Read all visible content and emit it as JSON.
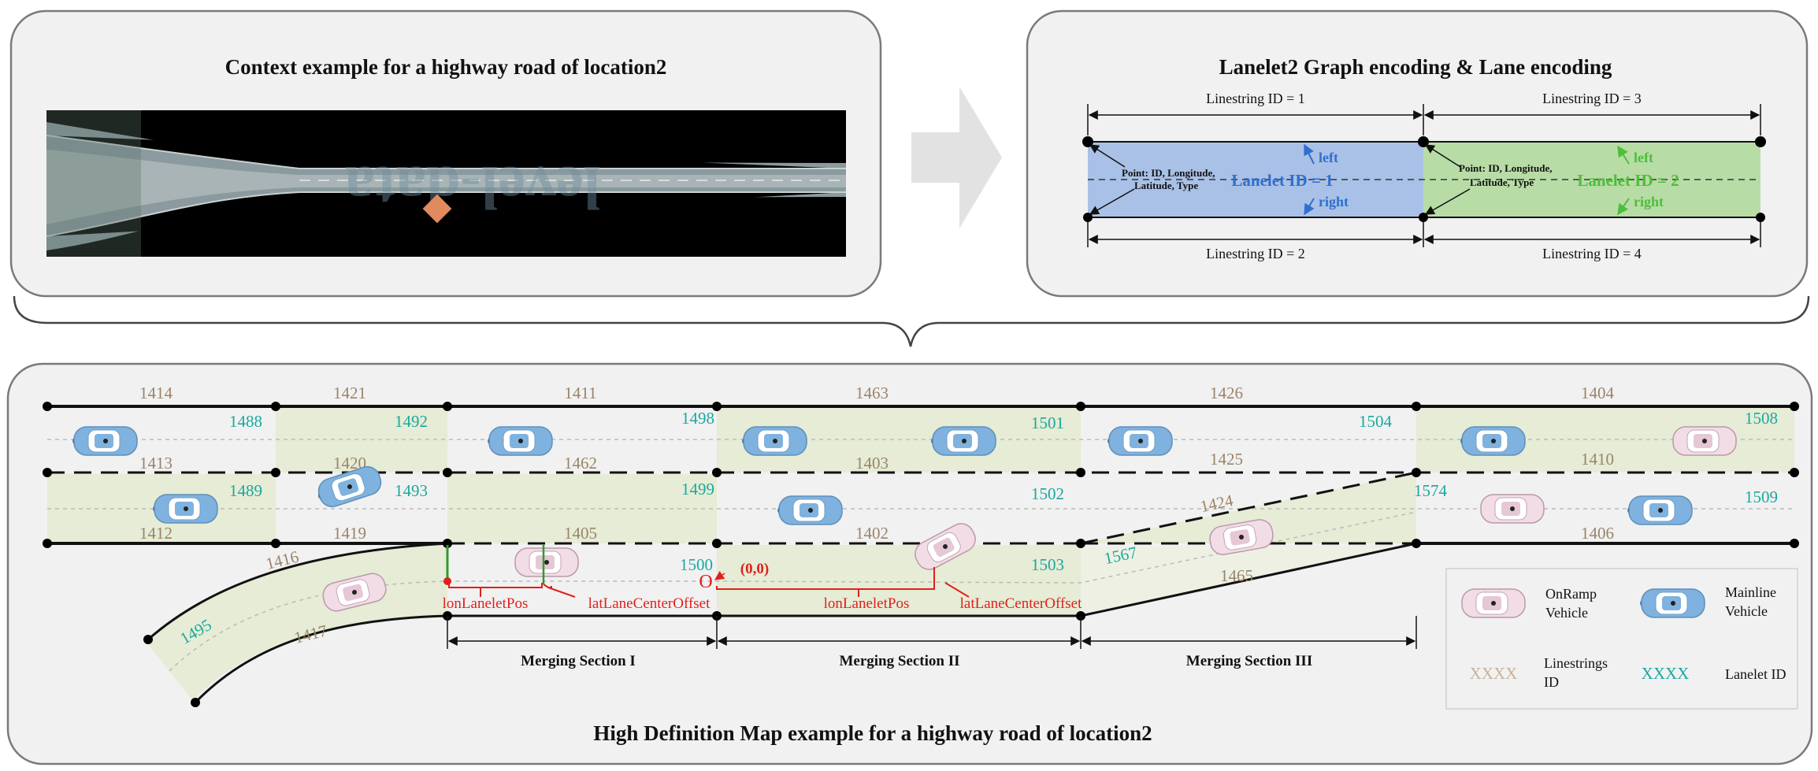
{
  "panel_context": {
    "title": "Context example for a highway road of location2",
    "watermark": "level-data"
  },
  "panel_graph": {
    "title": "Lanelet2 Graph encoding & Lane  encoding",
    "linestrings": [
      "Linestring ID = 1",
      "Linestring ID = 2",
      "Linestring ID = 3",
      "Linestring ID = 4"
    ],
    "point_label": [
      "Point: ID, Longitude,",
      "Latitude, Type"
    ],
    "lanelets": [
      "Lanelet ID = 1",
      "Lanelet ID = 2"
    ],
    "left": "left",
    "right": "right",
    "colors": {
      "lanelet1": "#a9c1e6",
      "lanelet2": "#b8dca6",
      "lanelet1_text": "#2f6fd0",
      "lanelet2_text": "#4cbf3a"
    }
  },
  "panel_hdmap": {
    "title": "High Definition Map example for a highway road of location2",
    "linestring_ids": [
      "1414",
      "1421",
      "1411",
      "1463",
      "1426",
      "1404",
      "1413",
      "1420",
      "1462",
      "1403",
      "1425",
      "1410",
      "1412",
      "1419",
      "1405",
      "1402",
      "1424",
      "1406",
      "1416",
      "1417",
      "1465"
    ],
    "lanelet_ids": [
      "1488",
      "1492",
      "1498",
      "1501",
      "1504",
      "1508",
      "1489",
      "1493",
      "1499",
      "1502",
      "1574",
      "1509",
      "1500",
      "1503",
      "1567",
      "1495"
    ],
    "origin": "O",
    "origin_label": "(0,0)",
    "lon_label": "lonLaneletPos",
    "lat_label": "latLaneCenterOffset",
    "sections": [
      "Merging Section I",
      "Merging Section II",
      "Merging Section III"
    ],
    "legend": {
      "onramp": [
        "OnRamp",
        "Vehicle"
      ],
      "mainline": [
        "Mainline",
        "Vehicle"
      ],
      "xxxx": "XXXX",
      "linestrings": [
        "Linestrings",
        "ID"
      ],
      "lanelet": "Lanelet ID"
    },
    "colors": {
      "linestring_id": "#9a8468",
      "lanelet_id": "#1aa8a0",
      "annotation": "#e0201c",
      "lane_fill": "#e6ecd5",
      "onramp_car": "#f2dce6",
      "mainline_car": "#7fb2de"
    }
  }
}
